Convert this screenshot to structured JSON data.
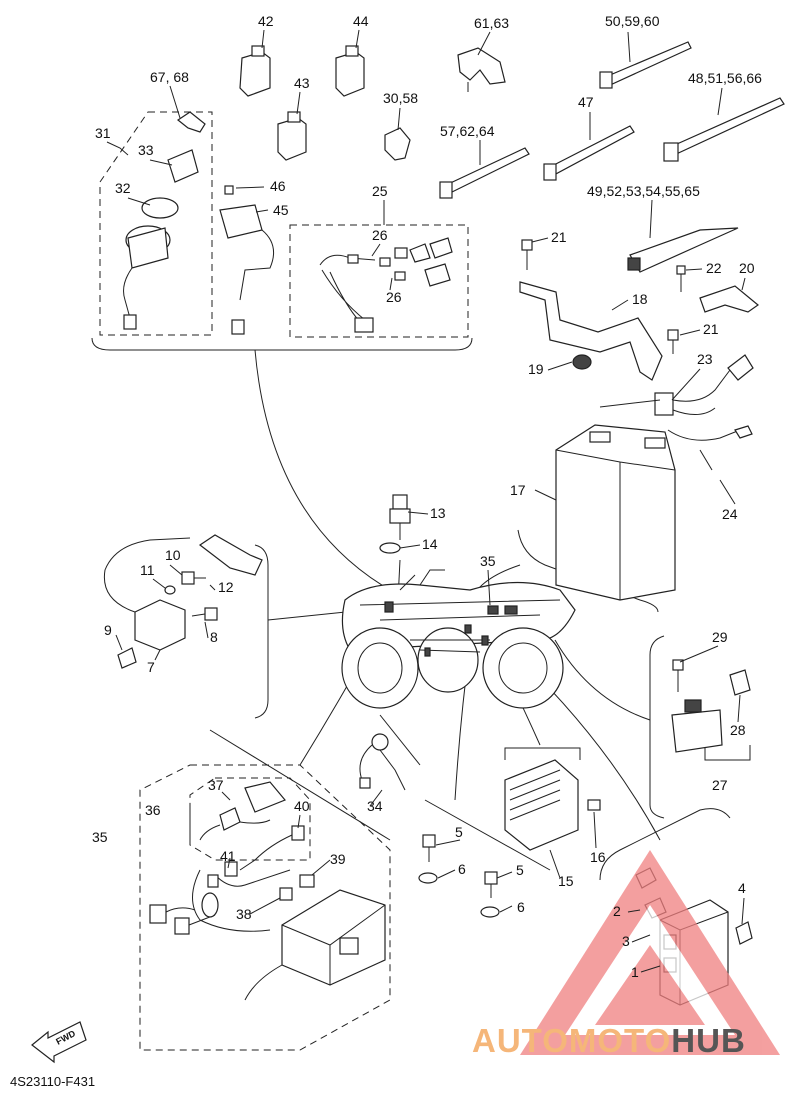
{
  "diagram_code": "4S23110-F431",
  "fwd_label": "FWD",
  "watermark": {
    "part1": "AUTOMOTO",
    "part2": "HUB",
    "color1": "#f5b679",
    "color2": "#555555",
    "logo_color": "#f08080"
  },
  "labels": {
    "l42": "42",
    "l44": "44",
    "l43": "43",
    "l61_63": "61,63",
    "l50_59_60": "50,59,60",
    "l48_51_56_66": "48,51,56,66",
    "l30_58": "30,58",
    "l47": "47",
    "l57_62_64": "57,62,64",
    "l67_68": "67, 68",
    "l31": "31",
    "l33": "33",
    "l32": "32",
    "l46": "46",
    "l45": "45",
    "l25": "25",
    "l26a": "26",
    "l26b": "26",
    "l49_65": "49,52,53,54,55,65",
    "l21a": "21",
    "l22": "22",
    "l20": "20",
    "l18": "18",
    "l21b": "21",
    "l19": "19",
    "l23": "23",
    "l17": "17",
    "l24": "24",
    "l13": "13",
    "l14": "14",
    "l35a": "35",
    "l10": "10",
    "l11": "11",
    "l12": "12",
    "l9": "9",
    "l8": "8",
    "l7": "7",
    "l29": "29",
    "l28": "28",
    "l27": "27",
    "l34": "34",
    "l37": "37",
    "l36": "36",
    "l40": "40",
    "l35b": "35",
    "l41": "41",
    "l39": "39",
    "l38": "38",
    "l5a": "5",
    "l6a": "6",
    "l5b": "5",
    "l6b": "6",
    "l16": "16",
    "l15": "15",
    "l4": "4",
    "l2": "2",
    "l3": "3",
    "l1": "1"
  }
}
